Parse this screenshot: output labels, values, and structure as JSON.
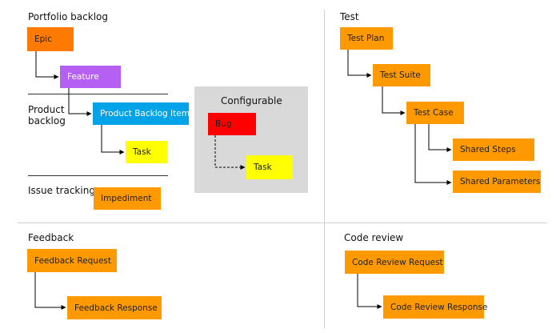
{
  "sections": {
    "portfolio_backlog": "Portfolio backlog",
    "product_backlog_line1": "Product",
    "product_backlog_line2": "backlog",
    "issue_tracking": "Issue tracking",
    "configurable": "Configurable",
    "test": "Test",
    "feedback": "Feedback",
    "code_review": "Code review"
  },
  "items": {
    "epic": "Epic",
    "feature": "Feature",
    "product_backlog_item": "Product Backlog Item",
    "task": "Task",
    "impediment": "Impediment",
    "bug": "Bug",
    "config_task": "Task",
    "test_plan": "Test Plan",
    "test_suite": "Test Suite",
    "test_case": "Test Case",
    "shared_steps": "Shared Steps",
    "shared_parameters": "Shared Parameters",
    "feedback_request": "Feedback Request",
    "feedback_response": "Feedback Response",
    "code_review_request": "Code Review Request",
    "code_review_response": "Code Review Response"
  },
  "colors": {
    "orange": "#ff9900",
    "epic": "#ff7a00",
    "feature": "#b65ff5",
    "product_backlog_item": "#00a2e8",
    "task": "#ffff00",
    "bug": "#ff0000",
    "configurable_panel": "#d9d9d9"
  }
}
